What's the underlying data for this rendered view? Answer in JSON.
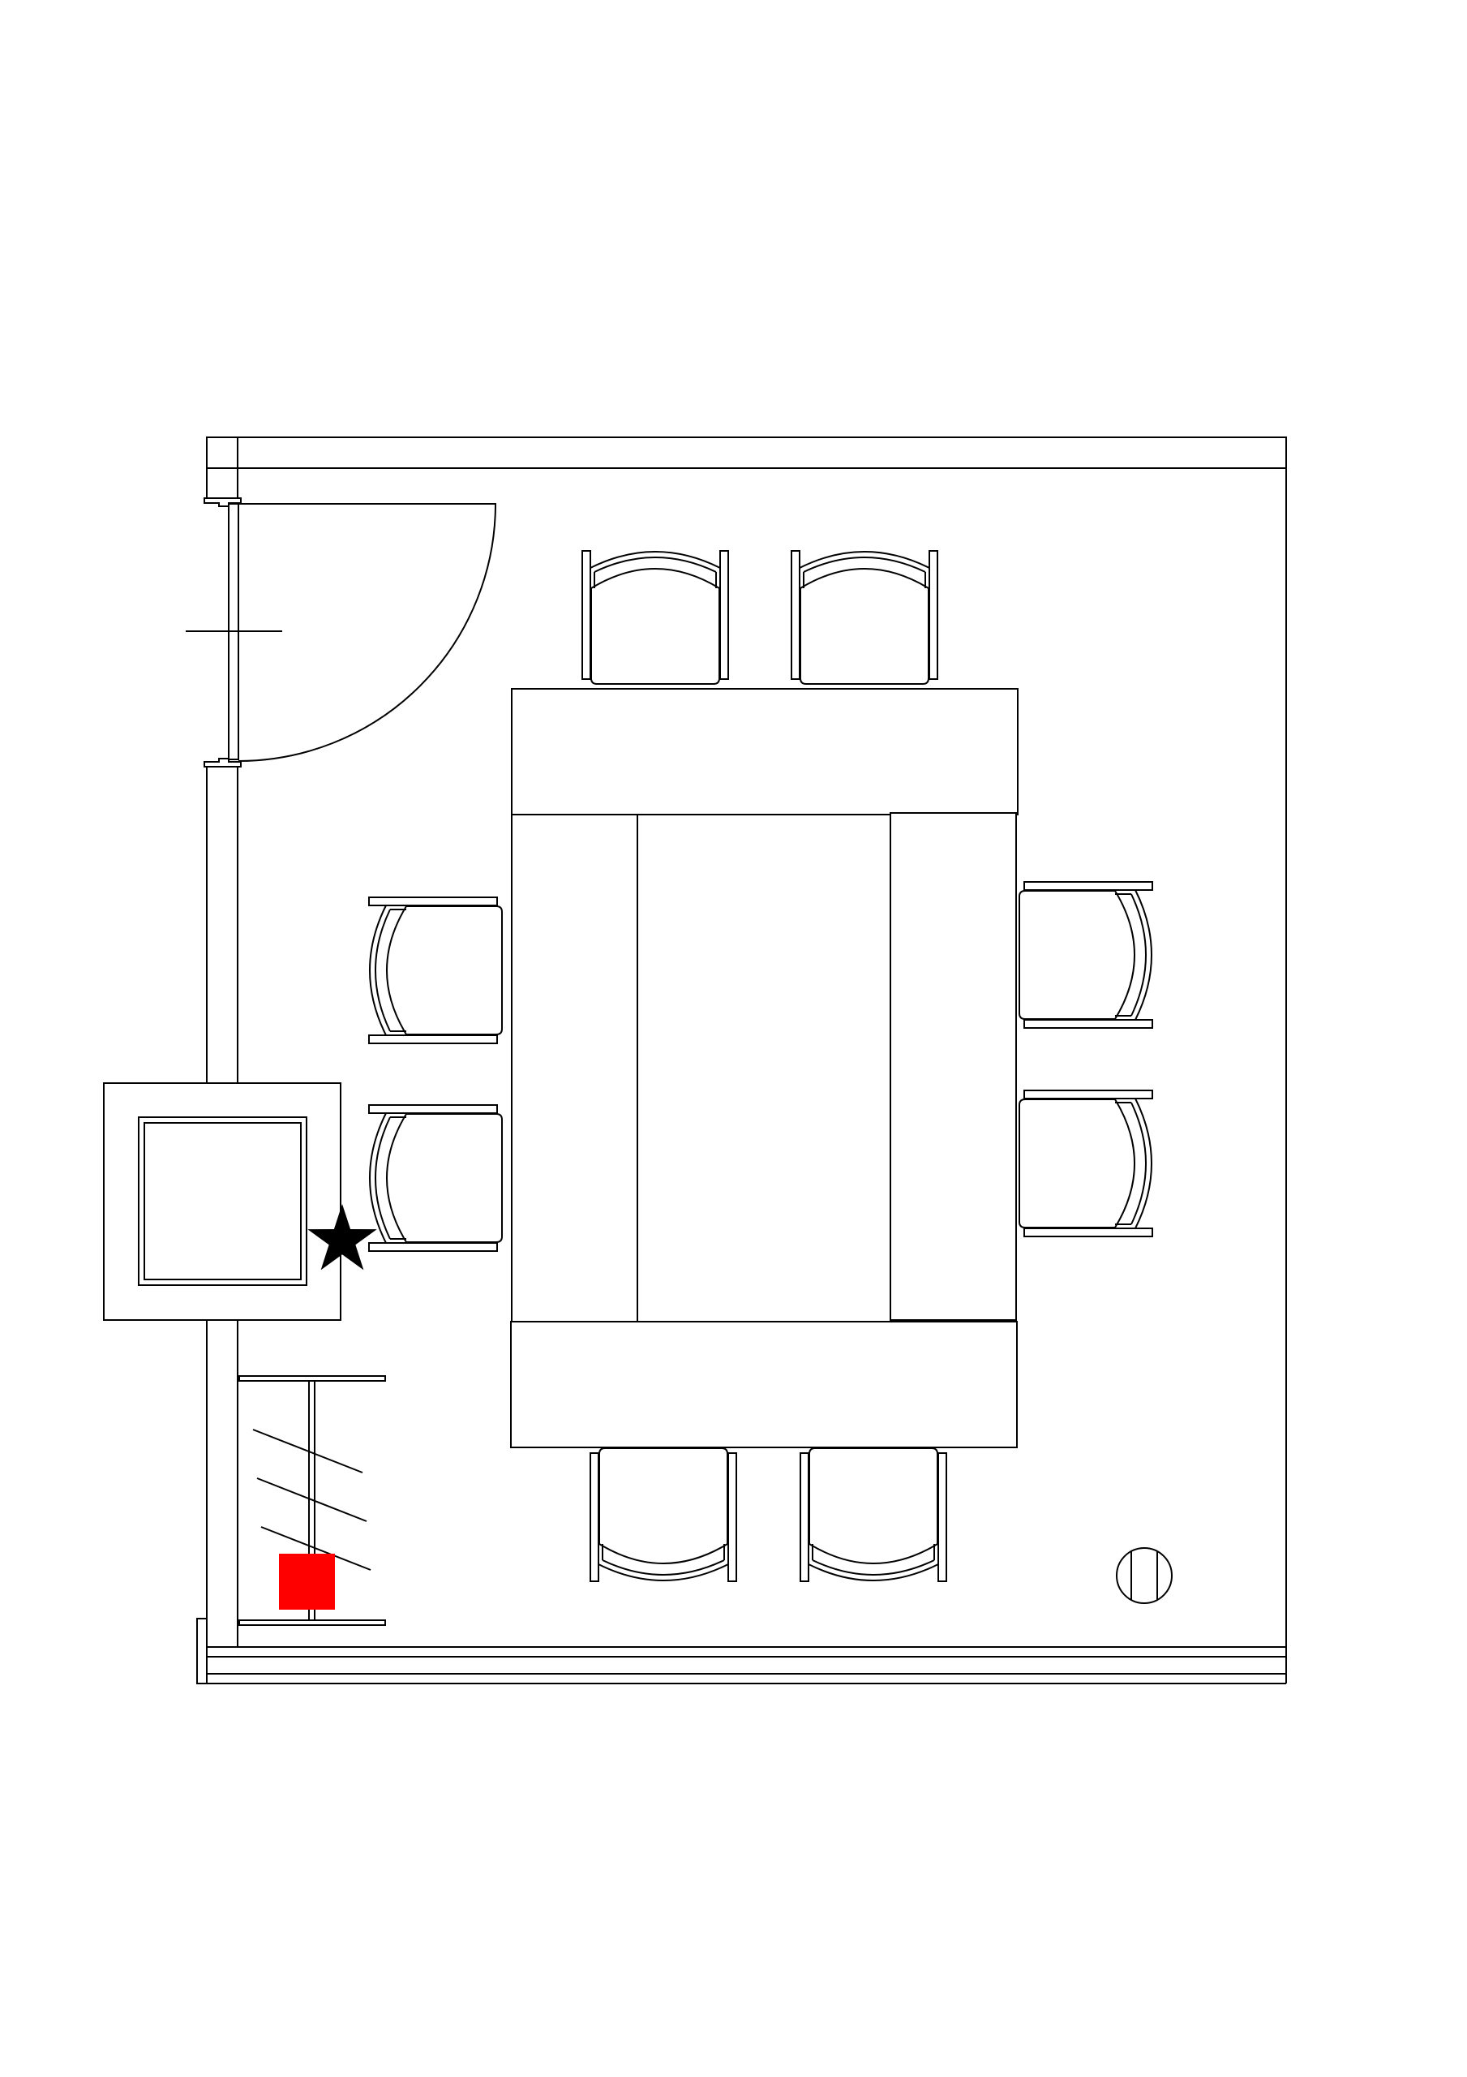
{
  "diagram": {
    "kind": "floor-plan",
    "elements": [
      {
        "name": "room-walls"
      },
      {
        "name": "entry-door"
      },
      {
        "name": "conference-table"
      },
      {
        "name": "chair",
        "count": 8
      },
      {
        "name": "side-cabinet"
      },
      {
        "name": "coat-rack"
      },
      {
        "name": "trash-bin"
      },
      {
        "name": "star-marker-icon"
      },
      {
        "name": "red-marker"
      }
    ],
    "colors": {
      "line": "#000000",
      "background": "#ffffff",
      "marker_red": "#ff0000",
      "star": "#000000"
    }
  }
}
